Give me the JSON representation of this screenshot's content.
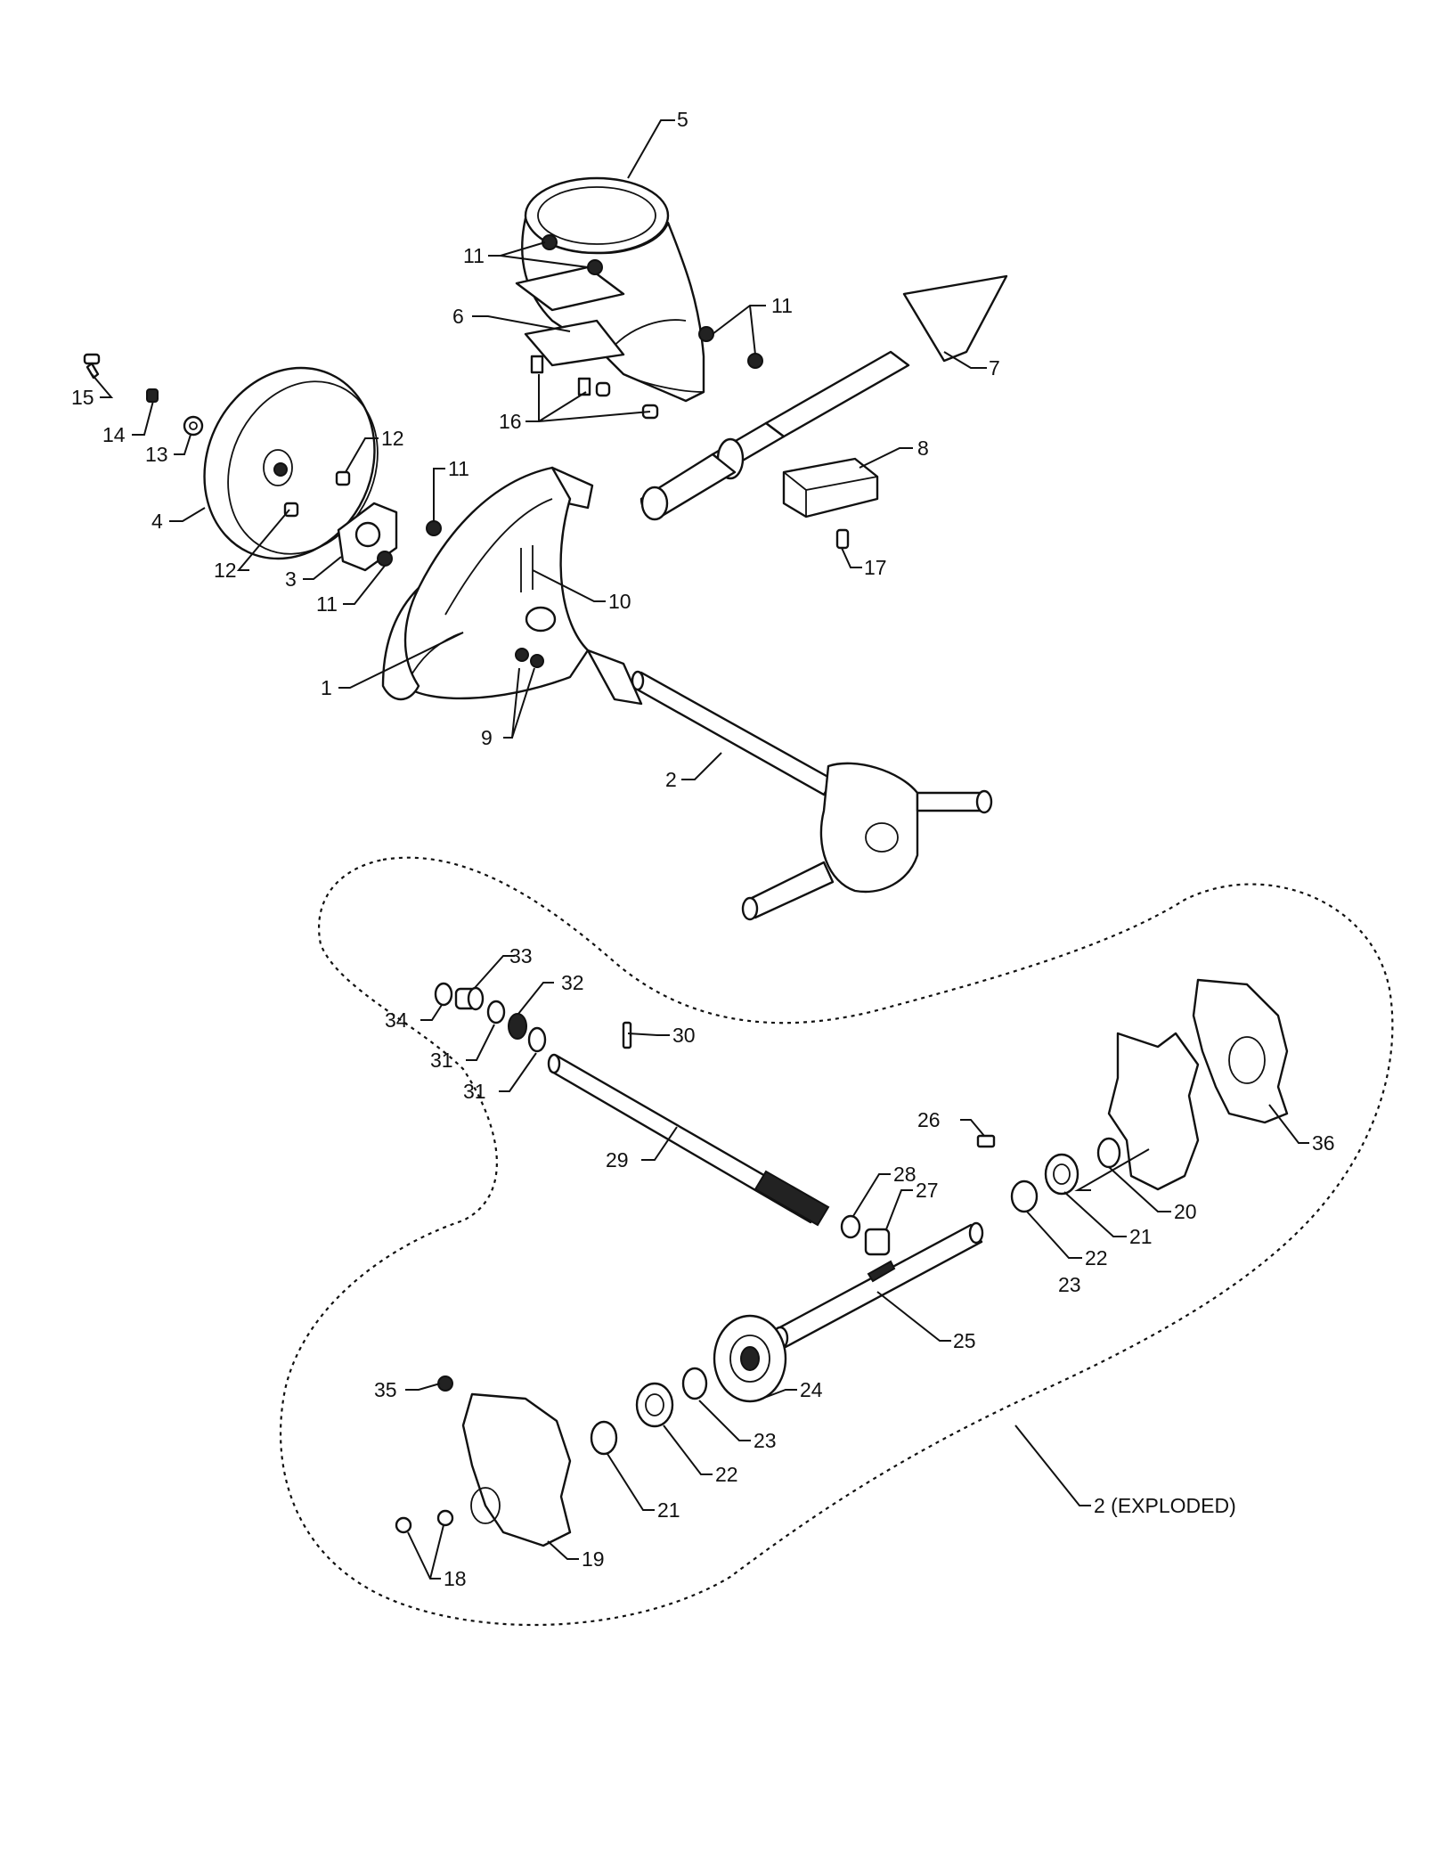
{
  "diagram": {
    "labels": {
      "l1": "1",
      "l2": "2",
      "l3": "3",
      "l4": "4",
      "l5": "5",
      "l6": "6",
      "l7": "7",
      "l8": "8",
      "l9": "9",
      "l10": "10",
      "l11a": "11",
      "l11b": "11",
      "l11c": "11",
      "l11d": "11",
      "l12a": "12",
      "l12b": "12",
      "l13": "13",
      "l14": "14",
      "l15": "15",
      "l16": "16",
      "l17": "17",
      "l18": "18",
      "l19": "19",
      "l20": "20",
      "l21a": "21",
      "l21b": "21",
      "l22a": "22",
      "l22b": "22",
      "l23a": "23",
      "l23b": "23",
      "l24": "24",
      "l25": "25",
      "l26": "26",
      "l27": "27",
      "l28": "28",
      "l29": "29",
      "l30": "30",
      "l31a": "31",
      "l31b": "31",
      "l32": "32",
      "l33": "33",
      "l34": "34",
      "l35": "35",
      "l36": "36",
      "exploded": "2 (EXPLODED)"
    }
  }
}
